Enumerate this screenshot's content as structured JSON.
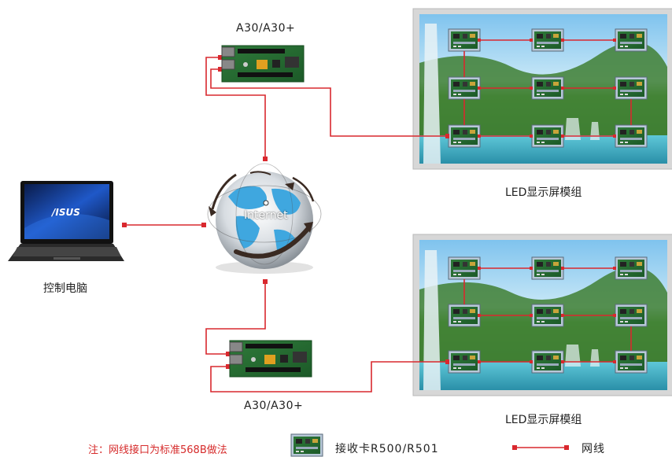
{
  "controller_top": {
    "label": "A30/A30+"
  },
  "controller_bottom": {
    "label": "A30/A30+"
  },
  "module_top": {
    "label": "LED显示屏模组"
  },
  "module_bottom": {
    "label": "LED显示屏模组"
  },
  "pc": {
    "label": "控制电脑",
    "brand": "/ISUS"
  },
  "internet": {
    "label": "Internet"
  },
  "note": "注：网线接口为标准568B做法",
  "legend": {
    "receiver_label": "接收卡R500/R501",
    "cable_label": "网线"
  },
  "colors": {
    "cable": "#d9282e",
    "note": "#d62b2b"
  }
}
